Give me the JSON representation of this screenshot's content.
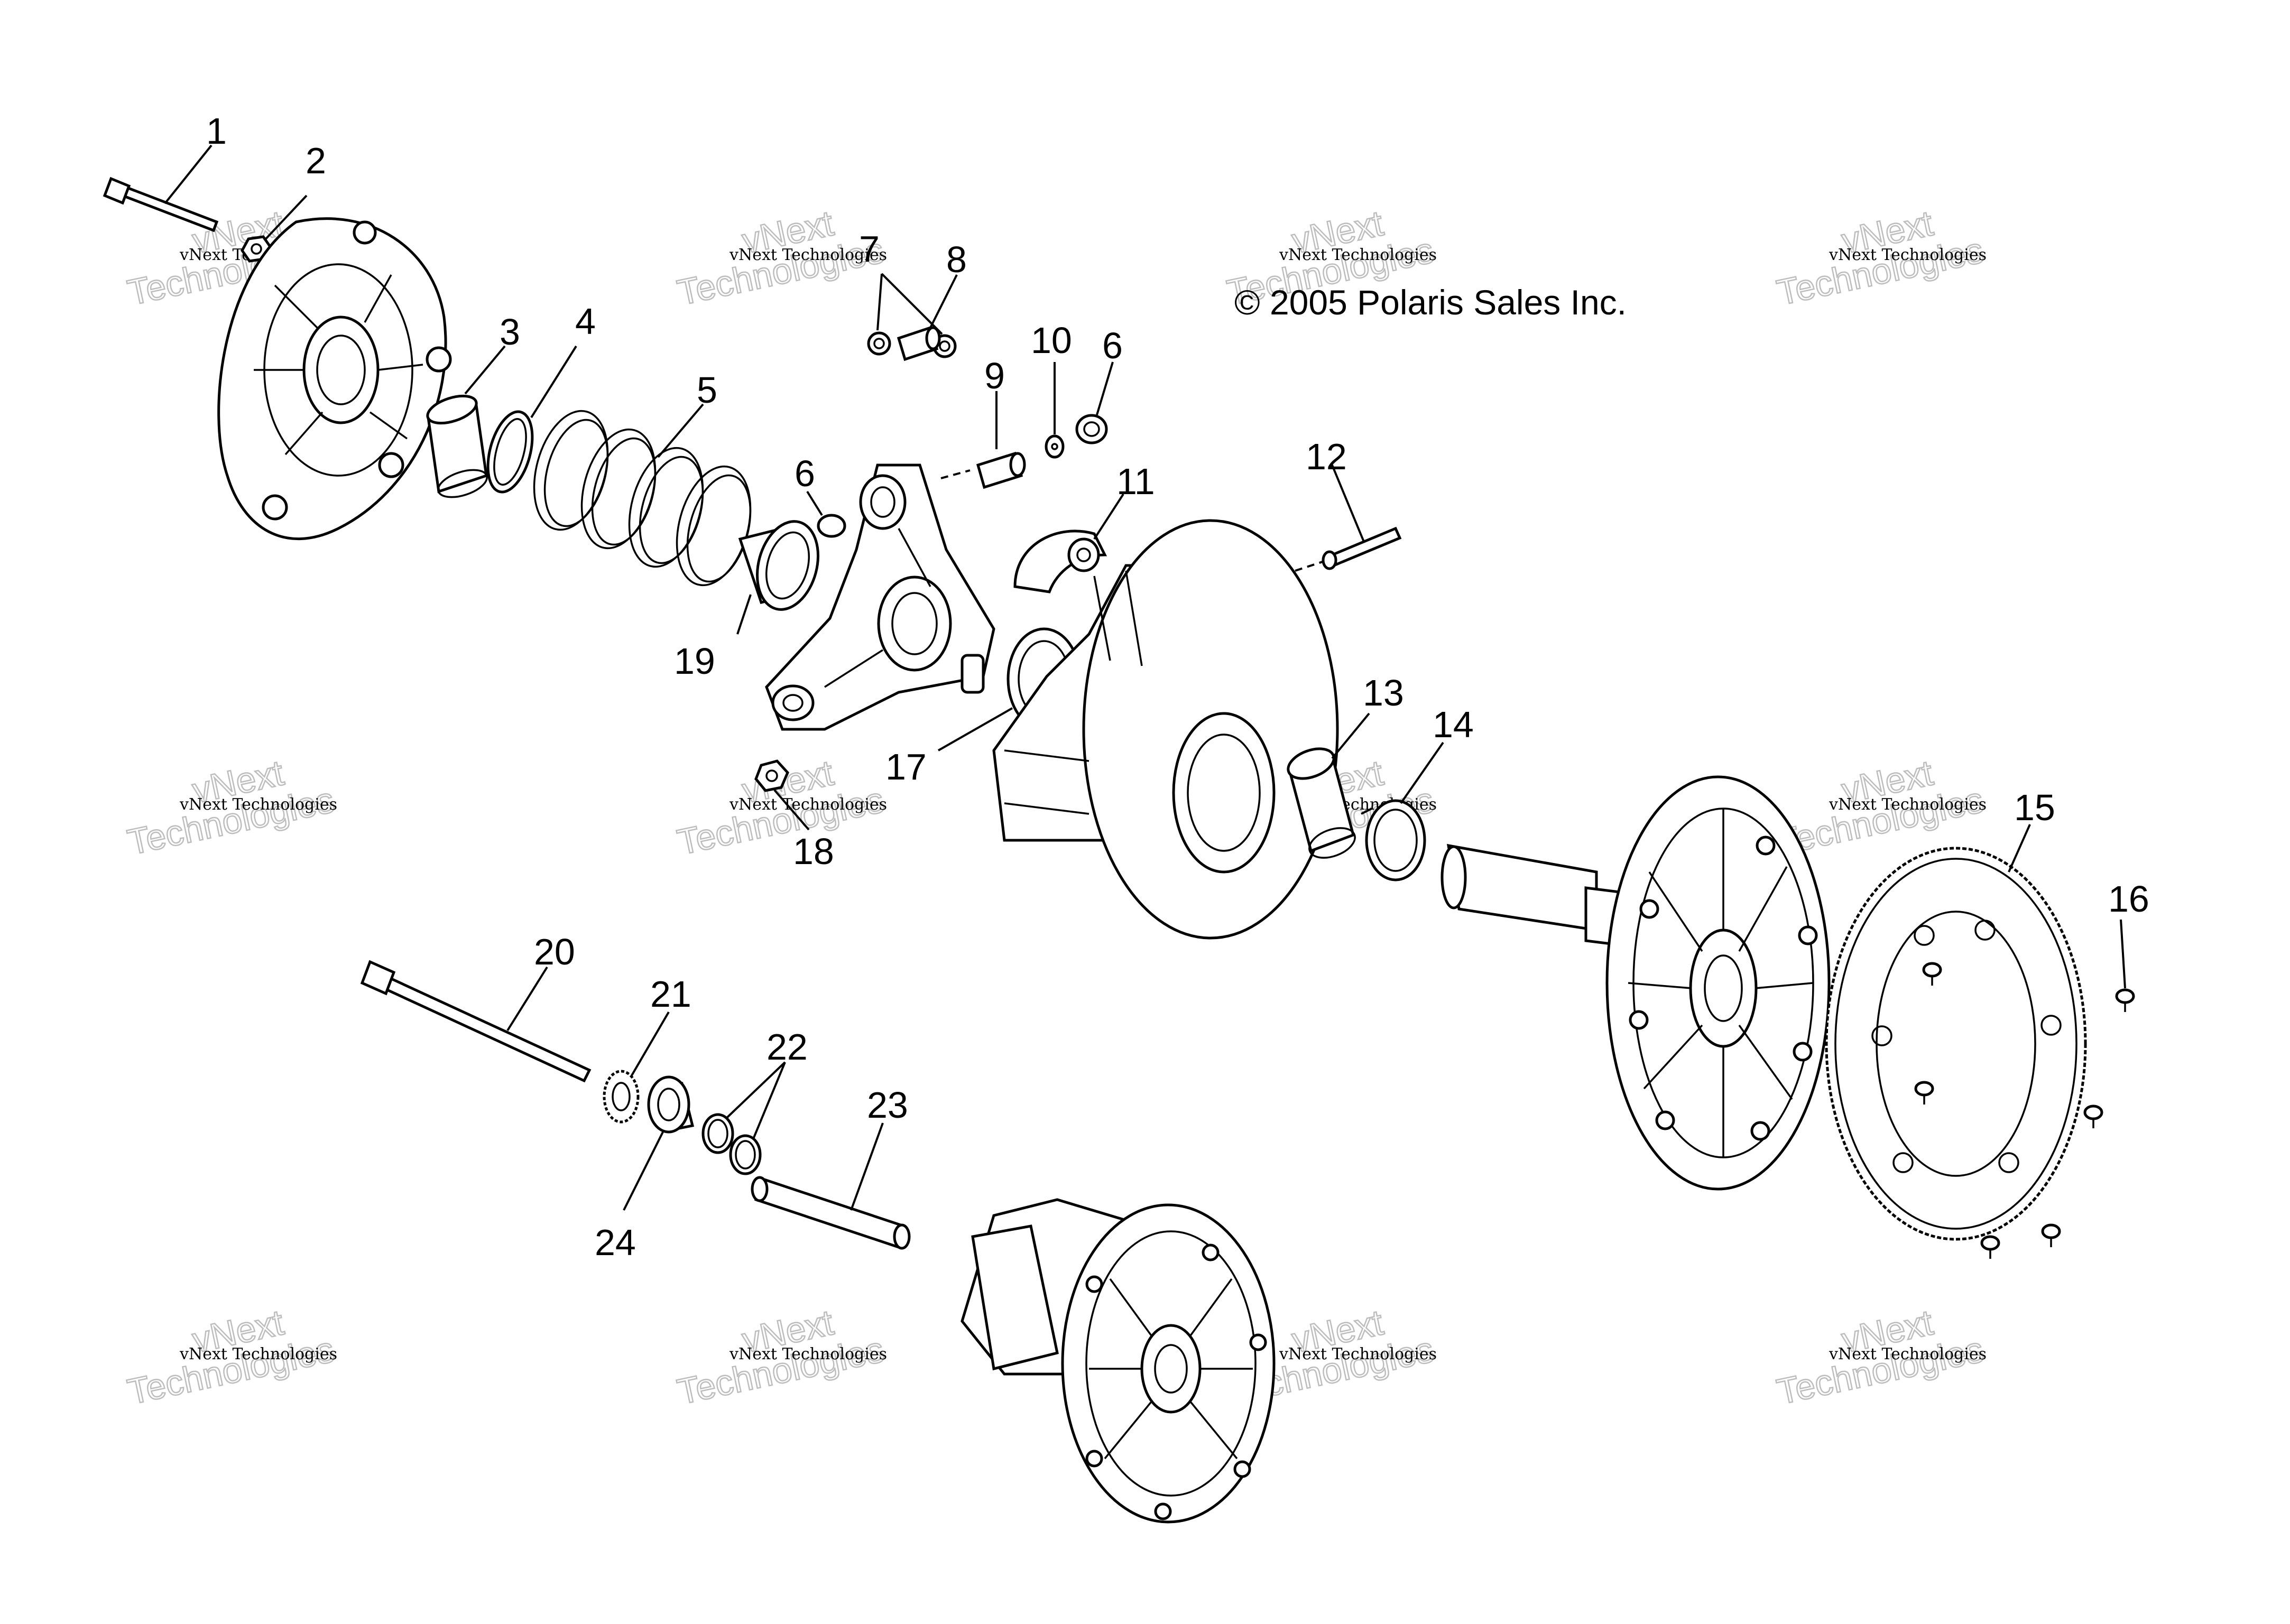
{
  "diagram": {
    "copyright": "© 2005 Polaris Sales Inc.",
    "watermark": {
      "small": "vNext Technologies",
      "big_top": "vNext",
      "big_bottom": "Technologies"
    },
    "callouts": [
      {
        "id": "1",
        "text": "1"
      },
      {
        "id": "2",
        "text": "2"
      },
      {
        "id": "3",
        "text": "3"
      },
      {
        "id": "4",
        "text": "4"
      },
      {
        "id": "5",
        "text": "5"
      },
      {
        "id": "6a",
        "text": "6"
      },
      {
        "id": "6b",
        "text": "6"
      },
      {
        "id": "7",
        "text": "7"
      },
      {
        "id": "8",
        "text": "8"
      },
      {
        "id": "9",
        "text": "9"
      },
      {
        "id": "10",
        "text": "10"
      },
      {
        "id": "11",
        "text": "11"
      },
      {
        "id": "12",
        "text": "12"
      },
      {
        "id": "13",
        "text": "13"
      },
      {
        "id": "14",
        "text": "14"
      },
      {
        "id": "15",
        "text": "15"
      },
      {
        "id": "16",
        "text": "16"
      },
      {
        "id": "17",
        "text": "17"
      },
      {
        "id": "18",
        "text": "18"
      },
      {
        "id": "19",
        "text": "19"
      },
      {
        "id": "20",
        "text": "20"
      },
      {
        "id": "21",
        "text": "21"
      },
      {
        "id": "22",
        "text": "22"
      },
      {
        "id": "23",
        "text": "23"
      },
      {
        "id": "24",
        "text": "24"
      }
    ]
  }
}
